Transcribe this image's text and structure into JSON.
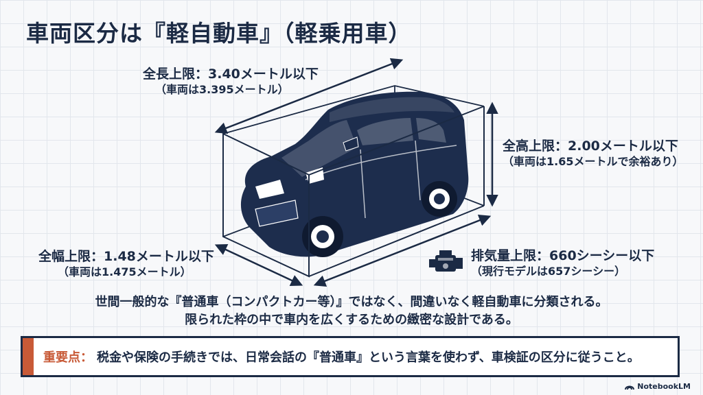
{
  "title": "車両区分は『軽自動車』（軽乗用車）",
  "dimensions": {
    "length": {
      "limit": "全長上限：3.40メートル以下",
      "actual": "（車両は3.395メートル）"
    },
    "height": {
      "limit": "全高上限：2.00メートル以下",
      "actual": "（車両は1.65メートルで余裕あり）"
    },
    "width": {
      "limit": "全幅上限：1.48メートル以下",
      "actual": "（車両は1.475メートル）"
    },
    "displacement": {
      "limit": "排気量上限：660シーシー以下",
      "actual": "（現行モデルは657シーシー）",
      "icon": "engine-icon"
    }
  },
  "summary": {
    "line1": "世間一般的な『普通車（コンパクトカー等）』ではなく、間違いなく軽自動車に分類される。",
    "line2": "限られた枠の中で車内を広くするための緻密な設計である。"
  },
  "callout": {
    "label": "重要点：",
    "text": "税金や保険の手続きでは、日常会話の『普通車』という言葉を使わず、車検証の区分に従うこと。"
  },
  "brand": {
    "logo_text": "NotebookLM"
  },
  "colors": {
    "navy": "#1b2a44",
    "accent": "#c85a37",
    "grid": "#e2e6ec"
  }
}
